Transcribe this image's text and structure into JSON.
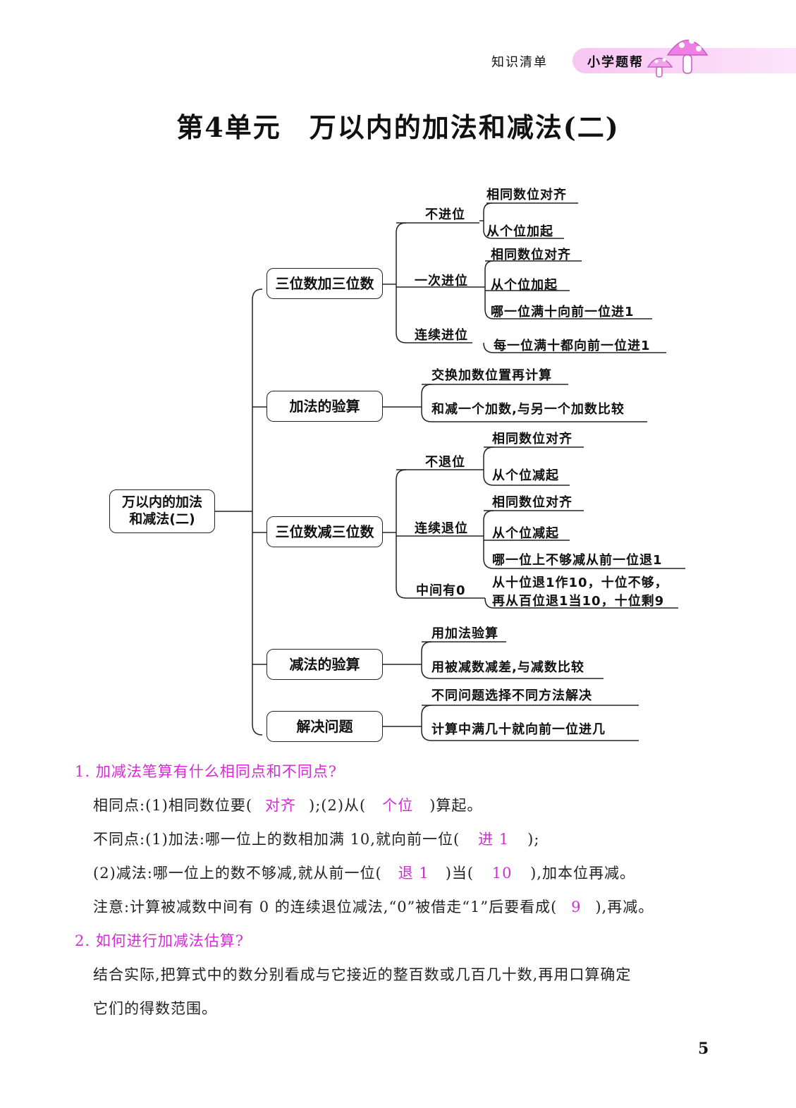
{
  "header": {
    "book_title": "知识清单",
    "brand": "小学题帮"
  },
  "title": "第4单元　万以内的加法和减法(二)",
  "mindmap": {
    "root": "万以内的加法\n和减法(二)",
    "branches": [
      {
        "label": "三位数加三位数",
        "subs": [
          {
            "label": "不进位",
            "leaves": [
              "相同数位对齐",
              "从个位加起"
            ]
          },
          {
            "label": "一次进位",
            "leaves": [
              "相同数位对齐",
              "从个位加起",
              "哪一位满十向前一位进1"
            ]
          },
          {
            "label": "连续进位",
            "leaves": [
              "每一位满十都向前一位进1"
            ]
          }
        ]
      },
      {
        "label": "加法的验算",
        "leaves": [
          "交换加数位置再计算",
          "和减一个加数,与另一个加数比较"
        ]
      },
      {
        "label": "三位数减三位数",
        "subs": [
          {
            "label": "不退位",
            "leaves": [
              "相同数位对齐",
              "从个位减起"
            ]
          },
          {
            "label": "连续退位",
            "leaves": [
              "相同数位对齐",
              "从个位减起",
              "哪一位上不够减从前一位退1"
            ]
          },
          {
            "label": "中间有0",
            "leaves": [
              "从十位退1作10，十位不够，",
              "再从百位退1当10，十位剩9"
            ]
          }
        ]
      },
      {
        "label": "减法的验算",
        "leaves": [
          "用加法验算",
          "用被减数减差,与减数比较"
        ]
      },
      {
        "label": "解决问题",
        "leaves": [
          "不同问题选择不同方法解决",
          "计算中满几十就向前一位进几"
        ]
      }
    ]
  },
  "questions": {
    "q1": {
      "title": "1. 加减法笔算有什么相同点和不同点?",
      "line1": {
        "a": "相同点:(1)相同数位要(",
        "ans1": "对齐",
        "b": ");(2)从(",
        "ans2": "个位",
        "c": ")算起。"
      },
      "line2": {
        "a": "不同点:(1)加法:哪一位上的数相加满 10,就向前一位(",
        "ans1": "进 1",
        "b": ");"
      },
      "line3": {
        "a": "(2)减法:哪一位上的数不够减,就从前一位(",
        "ans1": "退 1",
        "b": ")当(",
        "ans2": "10",
        "c": "),加本位再减。"
      },
      "line4": {
        "a": "注意:计算被减数中间有 0 的连续退位减法,“0”被借走“1”后要看成(",
        "ans1": "9",
        "b": "),再减。"
      }
    },
    "q2": {
      "title": "2. 如何进行加减法估算?",
      "line1": "结合实际,把算式中的数分别看成与它接近的整百数或几百几十数,再用口算确定",
      "line2": "它们的得数范围。"
    }
  },
  "page_number": "5",
  "colors": {
    "accent": "#d62ad6",
    "band": "#f7c6f3"
  }
}
